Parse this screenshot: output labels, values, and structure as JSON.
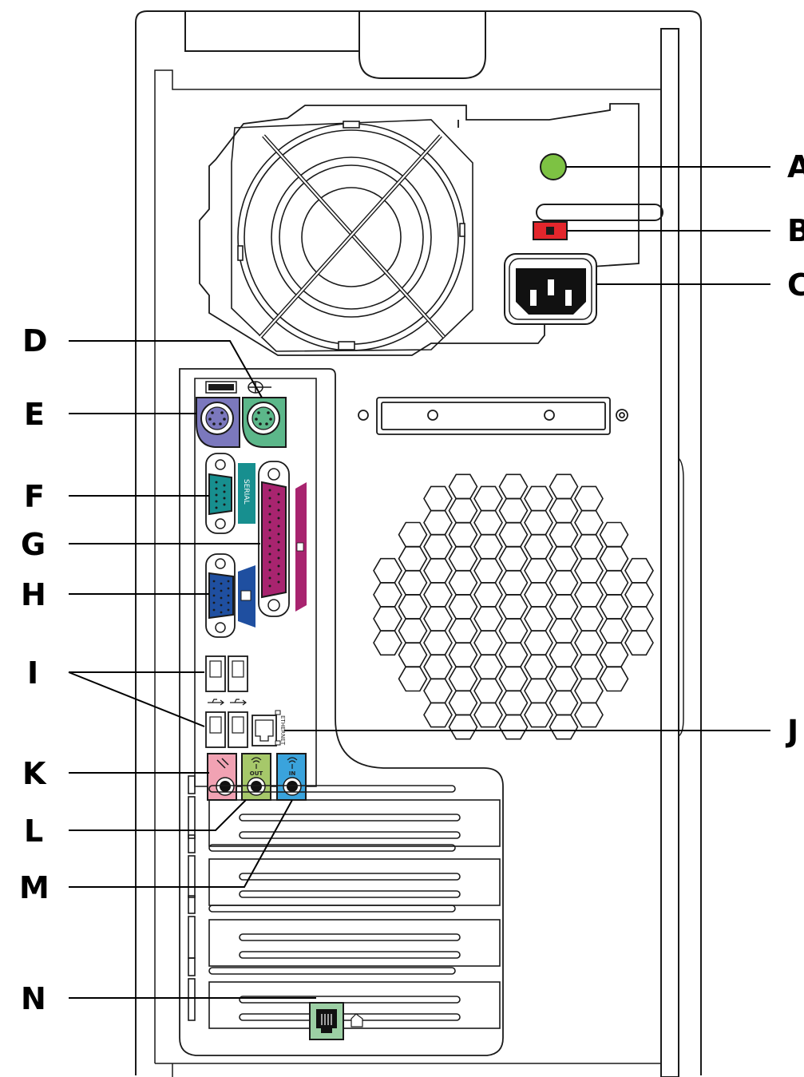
{
  "callouts": [
    {
      "letter": "A",
      "part": "power-light"
    },
    {
      "letter": "B",
      "part": "voltage-switch"
    },
    {
      "letter": "C",
      "part": "power-connector"
    },
    {
      "letter": "D",
      "part": "mouse-port"
    },
    {
      "letter": "E",
      "part": "keyboard-port"
    },
    {
      "letter": "F",
      "part": "serial-port"
    },
    {
      "letter": "G",
      "part": "parallel-port"
    },
    {
      "letter": "H",
      "part": "monitor-port"
    },
    {
      "letter": "I",
      "part": "usb-ports"
    },
    {
      "letter": "J",
      "part": "ethernet-port"
    },
    {
      "letter": "K",
      "part": "microphone-jack"
    },
    {
      "letter": "L",
      "part": "audio-out-jack"
    },
    {
      "letter": "M",
      "part": "audio-in-jack"
    },
    {
      "letter": "N",
      "part": "modem-jack"
    }
  ],
  "port_labels": {
    "serial": "SERIAL",
    "ethernet": "ETHERNET",
    "audio_out": "OUT",
    "audio_in": "IN"
  },
  "colors": {
    "outline": "#1a1a1a",
    "power_light": "#7dc243",
    "voltage_switch": "#e3262c",
    "keyboard_port": "#7b78bd",
    "mouse_port": "#5cb78a",
    "serial_port": "#178f8f",
    "parallel_port": "#a8246f",
    "vga_port": "#1f4fa0",
    "mic_jack": "#f1a2b3",
    "line_out_jack": "#a6c86a",
    "line_in_jack": "#3aa3dc",
    "modem_jack": "#9ccfa4"
  }
}
